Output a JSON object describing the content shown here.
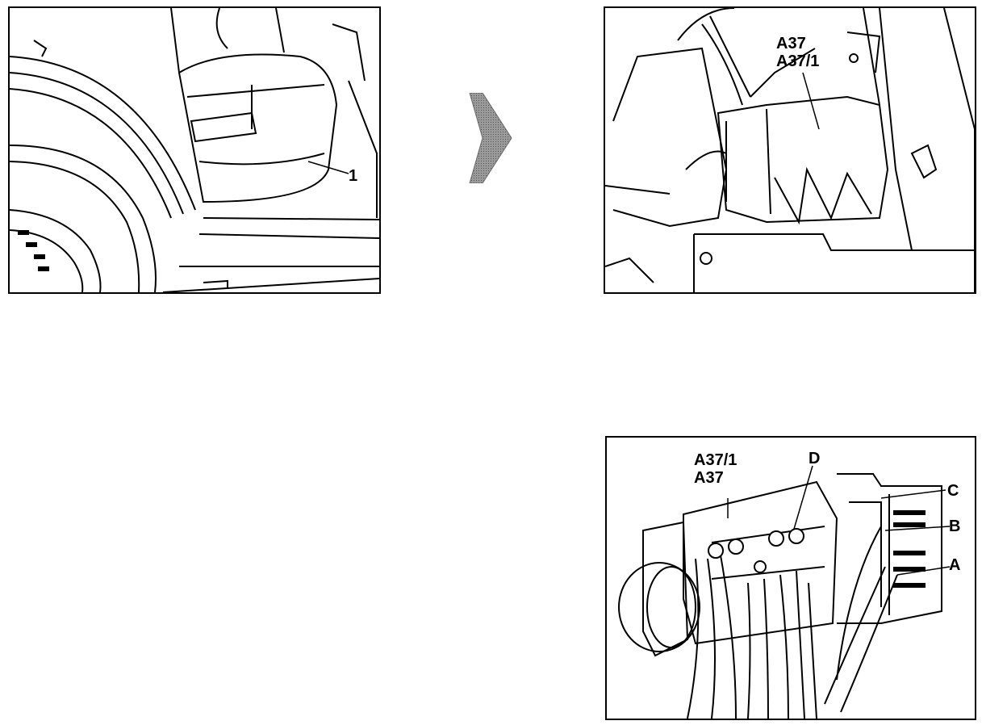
{
  "panel1": {
    "callouts": {
      "item1": "1"
    }
  },
  "panel2": {
    "callouts": {
      "a37": "A37",
      "a37_1": "A37/1"
    }
  },
  "panel3": {
    "callouts": {
      "a37_1": "A37/1",
      "a37": "A37",
      "d": "D",
      "c": "C",
      "b": "B",
      "a": "A"
    }
  },
  "arrow": {
    "icon": "right-arrow-icon",
    "color": "#8a8a8a"
  }
}
